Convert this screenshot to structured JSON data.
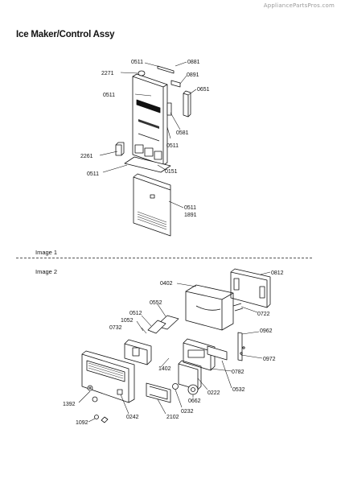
{
  "watermark": "AppliancePartsPros.com",
  "title": "Ice Maker/Control Assy",
  "sections": {
    "image1": "Image 1",
    "image2": "Image 2"
  },
  "callouts1": [
    "0511",
    "0881",
    "2271",
    "0891",
    "0511",
    "0651",
    "0581",
    "0511",
    "2261",
    "0511",
    "0151",
    "0511",
    "1891"
  ],
  "callouts2": [
    "0812",
    "0402",
    "0722",
    "0552",
    "0512",
    "1052",
    "0732",
    "0962",
    "0972",
    "1402",
    "0782",
    "0532",
    "0222",
    "0662",
    "0232",
    "1392",
    "0242",
    "2102",
    "1092"
  ]
}
